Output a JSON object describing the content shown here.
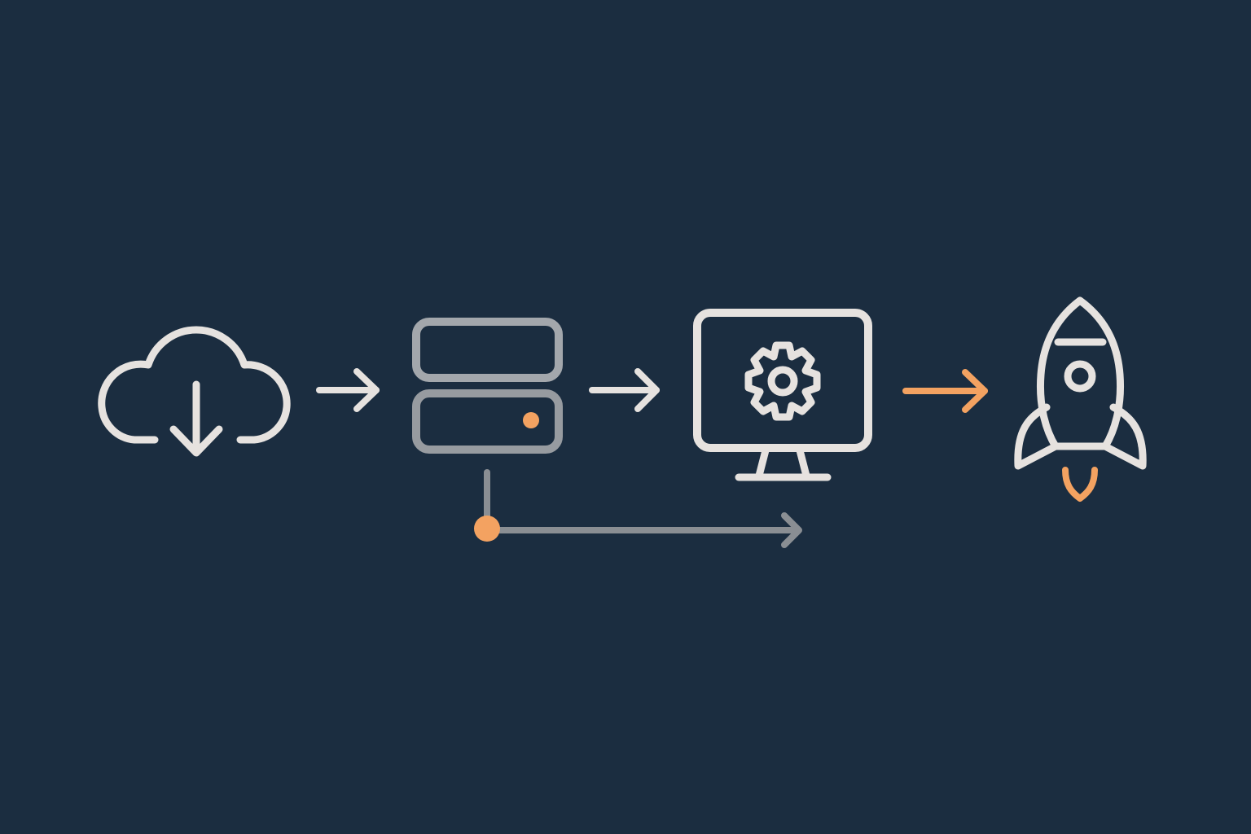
{
  "diagram": {
    "type": "pipeline-flow",
    "background_color": "#1b2d40",
    "colors": {
      "primary_stroke": "#e6e2df",
      "secondary_stroke": "#8a8e93",
      "server_stroke": "#a3a7ac",
      "accent": "#f3a261"
    },
    "nodes": [
      {
        "id": "cloud-download",
        "icon": "cloud-download-icon",
        "label": "Cloud download"
      },
      {
        "id": "server",
        "icon": "server-icon",
        "label": "Server",
        "indicator_color": "#f3a261"
      },
      {
        "id": "monitor-settings",
        "icon": "monitor-gear-icon",
        "label": "Monitor with settings gear"
      },
      {
        "id": "rocket",
        "icon": "rocket-launch-icon",
        "label": "Rocket launch",
        "flame_color": "#f3a261"
      }
    ],
    "edges": [
      {
        "from": "cloud-download",
        "to": "server",
        "style": "solid",
        "color": "#e6e2df"
      },
      {
        "from": "server",
        "to": "monitor-settings",
        "style": "solid",
        "color": "#e6e2df"
      },
      {
        "from": "monitor-settings",
        "to": "rocket",
        "style": "solid",
        "color": "#f3a261"
      },
      {
        "from": "server",
        "to": "monitor-settings",
        "style": "branch-bypass",
        "color": "#8a8e93",
        "junction_color": "#f3a261"
      }
    ]
  }
}
